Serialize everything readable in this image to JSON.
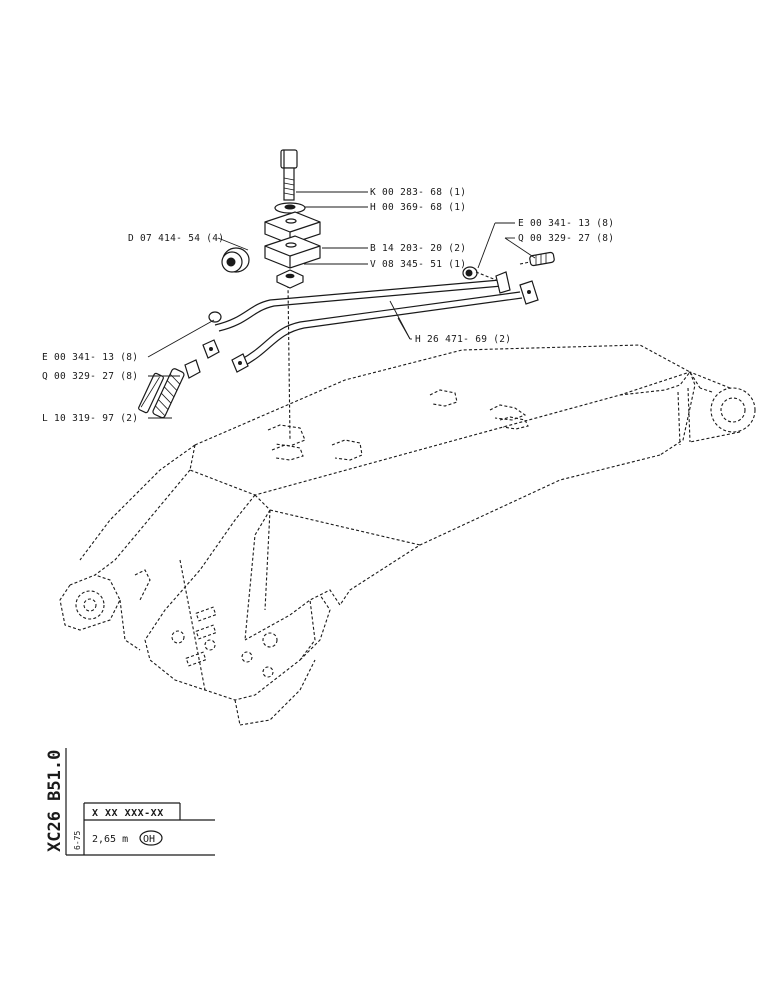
{
  "parts": {
    "k_bolt": "K 00 283- 68 (1)",
    "h_washer": "H 00 369- 68 (1)",
    "d_bushing": "D 07 414- 54 (4)",
    "b_clamp": "B 14 203- 20 (2)",
    "v_nut": "V 08 345- 51 (1)",
    "e_right": "E 00 341- 13 (8)",
    "q_right": "Q 00 329- 27 (8)",
    "h_tubes": "H 26 471- 69 (2)",
    "e_left": "E 00 341- 13 (8)",
    "q_left": "Q 00 329- 27 (8)",
    "l_hose": "L 10 319- 97 (2)"
  },
  "title_block": {
    "code": "XC26 B51.0",
    "date": "6-75",
    "part_number": "X XX  XXX-XX",
    "length": "2,65 m",
    "circled": "OH"
  }
}
